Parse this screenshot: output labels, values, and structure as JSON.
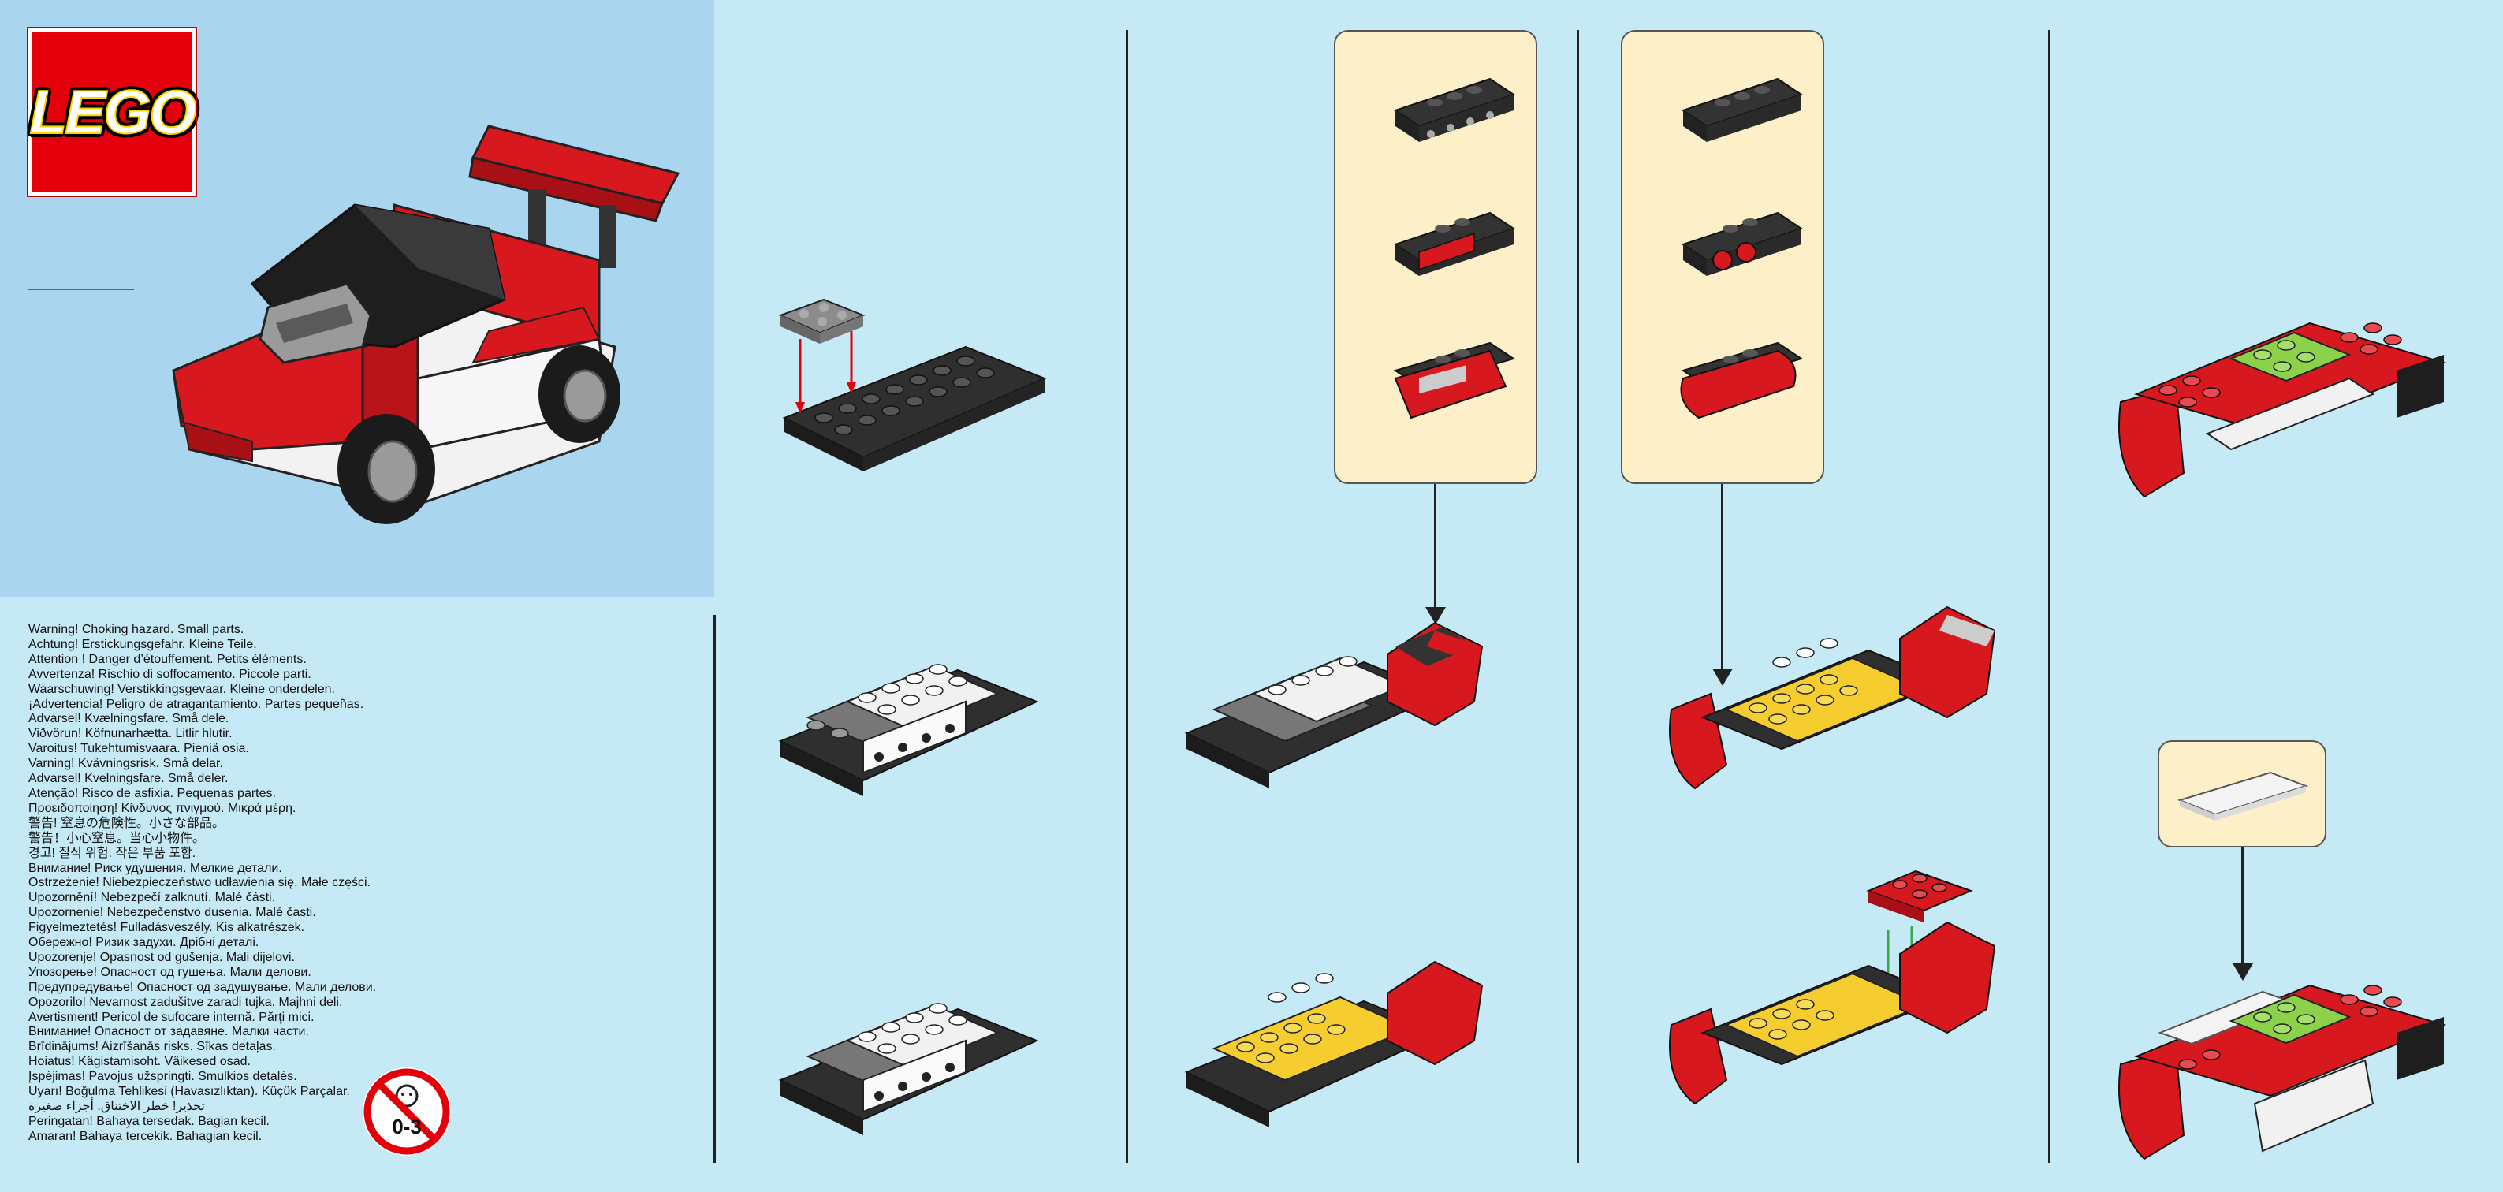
{
  "brand": {
    "logo_text": "LEGO",
    "color": "#e3000b"
  },
  "colors": {
    "background": "#c6e9f6",
    "cover": "#a9d5ef",
    "callout": "#fdf0c8",
    "red": "#d7191f",
    "black": "#2b2b2b",
    "white": "#f5f5f5",
    "yellow": "#f5cd2f",
    "green": "#8cd14a",
    "gray": "#8a8a8a"
  },
  "warnings": [
    "Warning! Choking hazard. Small parts.",
    "Achtung! Erstickungsgefahr. Kleine Teile.",
    "Attention ! Danger d’étouffement. Petits éléments.",
    "Avvertenza! Rischio di soffocamento. Piccole parti.",
    "Waarschuwing! Verstikkingsgevaar. Kleine onderdelen.",
    "¡Advertencia! Peligro de atragantamiento. Partes pequeñas.",
    "Advarsel! Kvælningsfare. Små dele.",
    "Viðvörun! Köfnunarhætta. Litlir hlutir.",
    "Varoitus! Tukehtumisvaara. Pieniä osia.",
    "Varning! Kvävningsrisk. Små delar.",
    "Advarsel! Kvelningsfare. Små deler.",
    "Atenção! Risco de asfixia. Pequenas partes.",
    "Προειδοποίηση! Κίνδυνος πνιγμού. Μικρά μέρη.",
    "警告! 窒息の危険性。小さな部品。",
    "警告！小心窒息。当心小物件。",
    "경고! 질식 위험. 작은 부품 포함.",
    "Внимание! Риск удушения. Мелкие детали.",
    "Ostrzeżenie! Niebezpieczeństwo udławienia się. Małe części.",
    "Upozornění! Nebezpečí zalknutí. Malé části.",
    "Upozornenie! Nebezpečenstvo dusenia. Malé časti.",
    "Figyelmeztetés! Fulladásveszély. Kis alkatrészek.",
    "Обережно! Ризик задухи. Дрібні деталі.",
    "Upozorenje! Opasnost od gušenja. Mali dijelovi.",
    "Упозорење! Опасност од гушења. Мали делови.",
    "Предупредување! Опасност од задушување. Мали делови.",
    "Opozorilo! Nevarnost zadušitve zaradi tujka. Majhni deli.",
    "Avertisment! Pericol de sufocare internă. Părţi mici.",
    "Внимание! Опасност от задавяне. Малки части.",
    "Brīdinājums! Aizrīšanās risks. Sīkas detaļas.",
    "Hoiatus! Kägistamisoht. Väikesed osad.",
    "Įspėjimas! Pavojus užspringti. Smulkios detalės.",
    "Uyarı! Boğulma Tehlikesi (Havasızlıktan). Küçük Parçalar.",
    "تحذير! خطر الاختناق. أجزاء صغيرة",
    "Peringatan! Bahaya tersedak. Bagian kecil.",
    "Amaran! Bahaya tercekik. Bahagian kecil."
  ],
  "age_warning": {
    "label": "0-3"
  }
}
